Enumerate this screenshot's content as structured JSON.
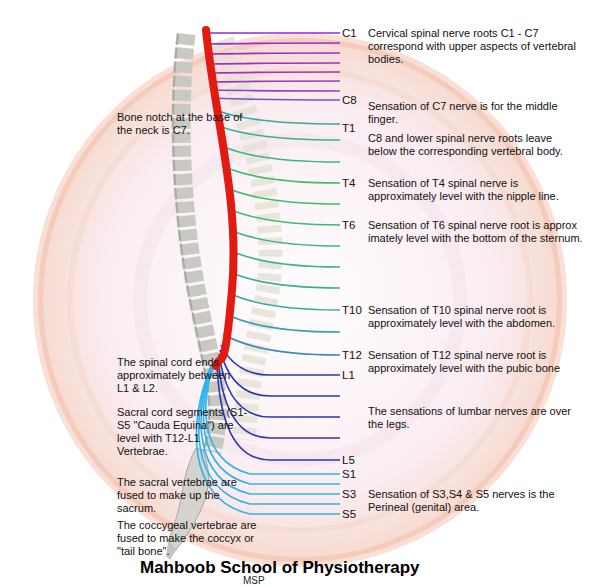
{
  "diagram": {
    "title": "Mahboob School of Physiotherapy",
    "labels": [
      "C1",
      "Cervical spinal nerve roots C1 - C7 correspond with upper aspects of vertebral bodies.",
      "Bone notch at the base of the neck is C7.",
      "C8",
      "Sensation of C7 nerve is for the middle finger.",
      "T1",
      "C8 and lower spinal nerve roots leave below the corresponding vertebral body.",
      "T4",
      "Sensation of T4 spinal nerve is approximately level with the nipple line.",
      "T6",
      "Sensation of T6 spinal nerve root is approx imately level with the bottom of the sternum.",
      "T10",
      "Sensation of T10 spinal nerve root is approximately level with the abdomen.",
      "T12",
      "Sensation of T12 spinal nerve root is approximately level with the pubic bone",
      "The spinal cord ends approximately between L1 & L2.",
      "L1",
      "Sacral cord segments (S1-S5 \"Cauda Equina\") are level with T12-L1 Vertebrae.",
      "The sensations of lumbar nerves are over the legs.",
      "L5",
      "S1",
      "The sacral vertebrae are fused to make up the sacrum.",
      "S3",
      "Sensation of S3,S4 & S5 nerves is the Perineal (genital) area.",
      "S5",
      "The coccygeal vertebrae are fused to make the coccyx or \"tail bone\".",
      "MSP"
    ]
  }
}
